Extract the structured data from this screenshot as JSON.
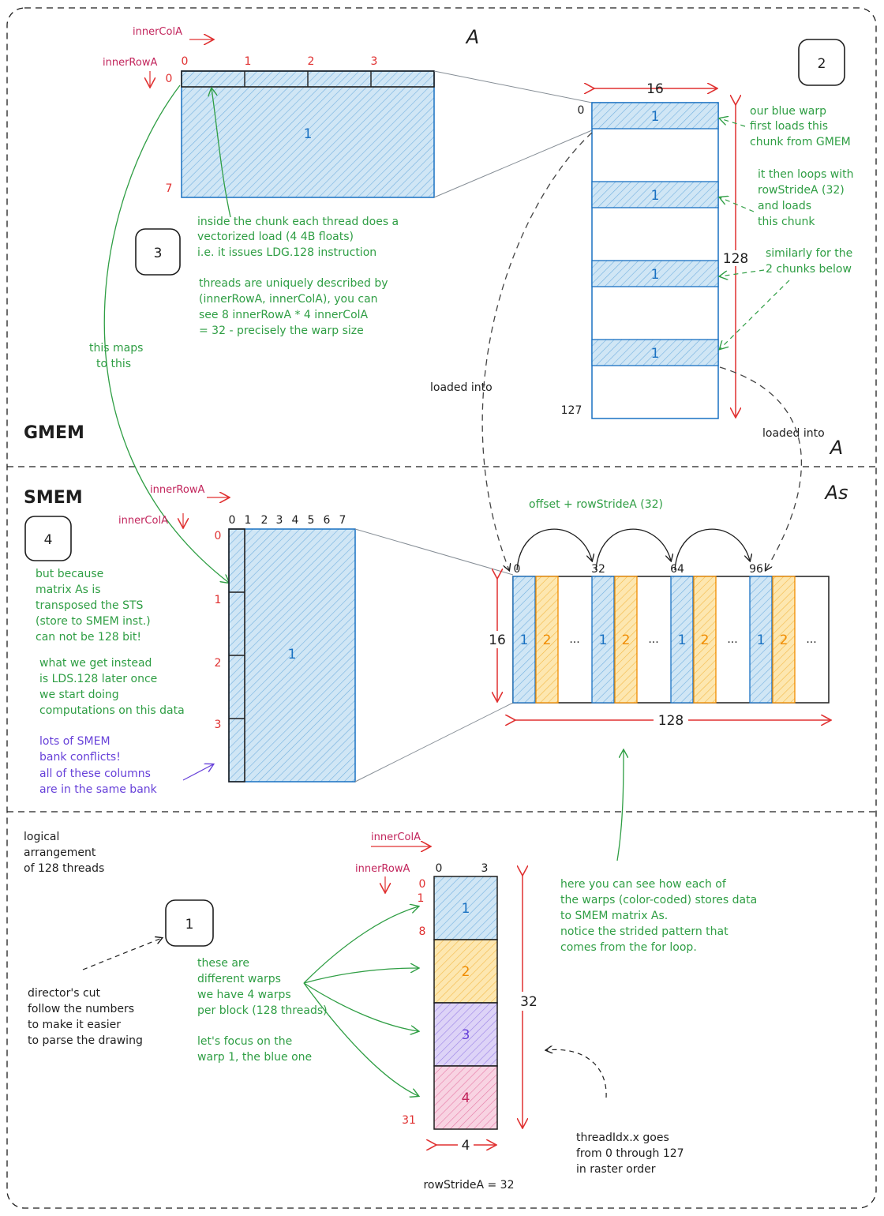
{
  "regions": {
    "gmem": "GMEM",
    "smem": "SMEM"
  },
  "colors": {
    "blue": "#1971c2",
    "orange": "#f08c00",
    "purple": "#6741d9",
    "pink": "#c2255c",
    "green": "#2f9e44",
    "red": "#e03131",
    "ink": "#1e1e1e"
  },
  "steps": [
    "1",
    "2",
    "3",
    "4"
  ],
  "tile": {
    "title": "A",
    "col_axis": "innerColA",
    "row_axis": "innerRowA",
    "col_indices": [
      "0",
      "1",
      "2",
      "3"
    ],
    "row_start": "0",
    "row_end": "7",
    "warp_label": "1"
  },
  "gmem_matrix": {
    "width_label": "16",
    "height_label": "128",
    "row_start": "0",
    "row_end": "127",
    "chunk_labels": [
      "1",
      "1",
      "1",
      "1"
    ],
    "corner_label": "A"
  },
  "annotations": {
    "first_load": [
      "our blue warp",
      "first loads this",
      "chunk from GMEM"
    ],
    "loop_load": [
      "it then loops with",
      "rowStrideA (32)",
      "and loads",
      "this chunk"
    ],
    "similar": [
      "similarly for the",
      "2 chunks below"
    ],
    "vectorized": [
      "inside the chunk each thread does a",
      "vectorized load (4 4B floats)",
      "i.e. it issues LDG.128 instruction"
    ],
    "threads_desc": [
      "threads are uniquely described by",
      "(innerRowA, innerColA), you can",
      "see 8 innerRowA * 4 innerColA",
      "= 32 - precisely the warp size"
    ],
    "maps": [
      "this maps",
      "to this"
    ],
    "loaded_into_left": "loaded into",
    "loaded_into_right": "loaded into",
    "transposed": [
      "but because",
      "matrix As is",
      "transposed the STS",
      "(store to SMEM inst.)",
      "can not be 128 bit!"
    ],
    "lds": [
      "what we get instead",
      "is LDS.128 later once",
      "we start doing",
      "computations on this data"
    ],
    "bank": [
      "lots of SMEM",
      "bank conflicts!",
      "all of these columns",
      "are in the same bank"
    ],
    "logical": [
      "logical",
      "arrangement",
      "of 128 threads"
    ],
    "directors_cut": [
      "director's cut",
      "follow the numbers",
      "to make it easier",
      "to parse the drawing"
    ],
    "warps": [
      "these are",
      "different warps",
      "we have 4 warps",
      "per block (128 threads)"
    ],
    "focus": [
      "let's focus on the",
      "warp 1, the blue one"
    ],
    "strided": [
      "here you can see how each of",
      "the warps (color-coded) stores data",
      "to SMEM matrix As.",
      "notice the strided pattern that",
      "comes from the for loop."
    ],
    "raster": [
      "threadIdx.x goes",
      "from 0 through 127",
      "in raster order"
    ]
  },
  "smem_tile": {
    "row_axis": "innerRowA",
    "col_axis": "innerColA",
    "col_indices": [
      "0",
      "1",
      "2",
      "3",
      "4",
      "5",
      "6",
      "7"
    ],
    "row_start": "0",
    "row_markers": [
      "1",
      "2",
      "3"
    ],
    "warp_label": "1"
  },
  "as_matrix": {
    "title": "As",
    "offset_label": "offset + rowStrideA (32)",
    "col_ticks": [
      "0",
      "32",
      "64",
      "96"
    ],
    "height_label": "16",
    "width_label": "128",
    "cells": [
      "1",
      "2",
      "...",
      "1",
      "2",
      "...",
      "1",
      "2",
      "...",
      "1",
      "2",
      "..."
    ]
  },
  "block": {
    "col_axis": "innerColA",
    "row_axis": "innerRowA",
    "col_start": "0",
    "col_end": "3",
    "row_marks": [
      "0",
      "1",
      "8",
      "31"
    ],
    "warps": [
      "1",
      "2",
      "3",
      "4"
    ],
    "height_label": "32",
    "width_label": "4",
    "stride_label": "rowStrideA = 32"
  }
}
